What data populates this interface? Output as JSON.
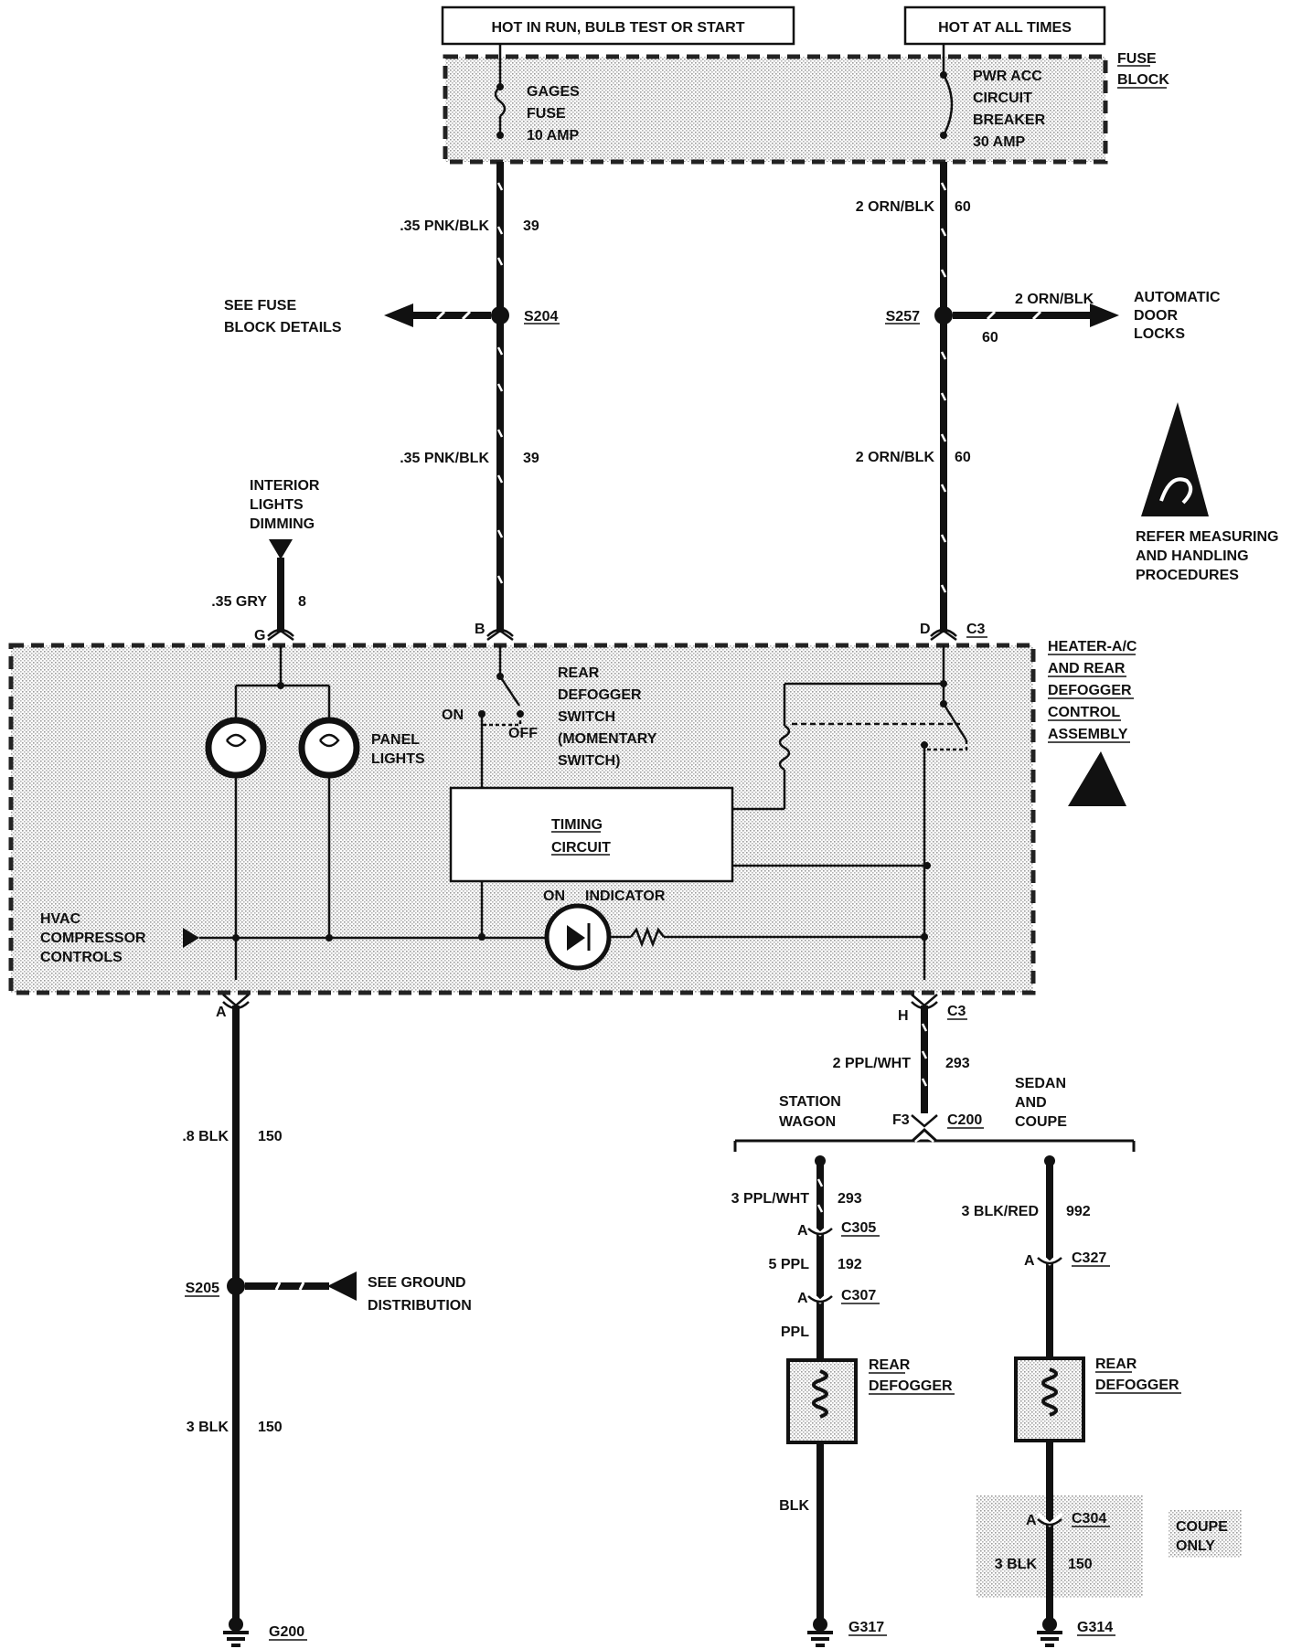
{
  "power": {
    "run": "HOT IN RUN, BULB TEST OR START",
    "always": "HOT AT ALL TIMES"
  },
  "fuse_block": {
    "label_line1": "FUSE",
    "label_line2": "BLOCK",
    "gages_fuse": [
      "GAGES",
      "FUSE",
      "10 AMP"
    ],
    "breaker": [
      "PWR ACC",
      "CIRCUIT",
      "BREAKER",
      "30 AMP"
    ]
  },
  "wires": {
    "left_upper": {
      "gauge": ".35 PNK/BLK",
      "circuit": "39"
    },
    "left_lower": {
      "gauge": ".35 PNK/BLK",
      "circuit": "39"
    },
    "right_upper": {
      "gauge": "2 ORN/BLK",
      "circuit": "60"
    },
    "right_lower": {
      "gauge": "2 ORN/BLK",
      "circuit": "60"
    },
    "door_locks": {
      "gauge": "2 ORN/BLK",
      "circuit": "60"
    },
    "gry": {
      "gauge": ".35 GRY",
      "circuit": "8"
    },
    "ppl_wht": {
      "gauge": "2 PPL/WHT",
      "circuit": "293"
    },
    "ground_upper": {
      "gauge": ".8 BLK",
      "circuit": "150"
    },
    "ground_lower": {
      "gauge": "3 BLK",
      "circuit": "150"
    },
    "wagon_1": {
      "gauge": "3 PPL/WHT",
      "circuit": "293"
    },
    "wagon_2": {
      "gauge": "5 PPL",
      "circuit": "192"
    },
    "wagon_3": {
      "gauge": "PPL"
    },
    "wagon_4": {
      "gauge": "BLK"
    },
    "sedan_1": {
      "gauge": "3 BLK/RED",
      "circuit": "992"
    },
    "sedan_2": {
      "gauge": "3 BLK",
      "circuit": "150"
    }
  },
  "splices": {
    "s204": "S204",
    "s257": "S257",
    "s205": "S205"
  },
  "refs": {
    "fuse_details": [
      "SEE FUSE",
      "BLOCK DETAILS"
    ],
    "door_locks": [
      "AUTOMATIC",
      "DOOR",
      "LOCKS"
    ],
    "ground_dist": [
      "SEE GROUND",
      "DISTRIBUTION"
    ],
    "interior_dimming": [
      "INTERIOR",
      "LIGHTS",
      "DIMMING"
    ],
    "esd": [
      "REFER MEASURING",
      "AND HANDLING",
      "PROCEDURES"
    ]
  },
  "control": {
    "title": [
      "HEATER-A/C",
      "AND REAR",
      "DEFOGGER",
      "CONTROL",
      "ASSEMBLY"
    ],
    "panel_lights": [
      "PANEL",
      "LIGHTS"
    ],
    "switch": [
      "REAR",
      "DEFOGGER",
      "SWITCH",
      "(MOMENTARY",
      "SWITCH)"
    ],
    "on": "ON",
    "off": "OFF",
    "timing": [
      "TIMING",
      "CIRCUIT"
    ],
    "indicator": [
      "ON",
      "INDICATOR"
    ],
    "hvac": [
      "HVAC",
      "COMPRESSOR",
      "CONTROLS"
    ]
  },
  "connectors": {
    "g": "G",
    "b": "B",
    "d": "D",
    "c3_top": "C3",
    "a": "A",
    "h": "H",
    "c3_bottom": "C3",
    "f3": "F3",
    "c200": "C200",
    "a_c305": "A",
    "c305": "C305",
    "a_c307": "A",
    "c307": "C307",
    "a_c327": "A",
    "c327": "C327",
    "a_c304": "A",
    "c304": "C304"
  },
  "variants": {
    "wagon": [
      "STATION",
      "WAGON"
    ],
    "sedan": [
      "SEDAN",
      "AND",
      "COUPE"
    ],
    "coupe_only": [
      "COUPE",
      "ONLY"
    ]
  },
  "defoggers": {
    "wagon": [
      "REAR",
      "DEFOGGER"
    ],
    "sedan": [
      "REAR",
      "DEFOGGER"
    ]
  },
  "grounds": {
    "g200": "G200",
    "g317": "G317",
    "g314": "G314"
  }
}
